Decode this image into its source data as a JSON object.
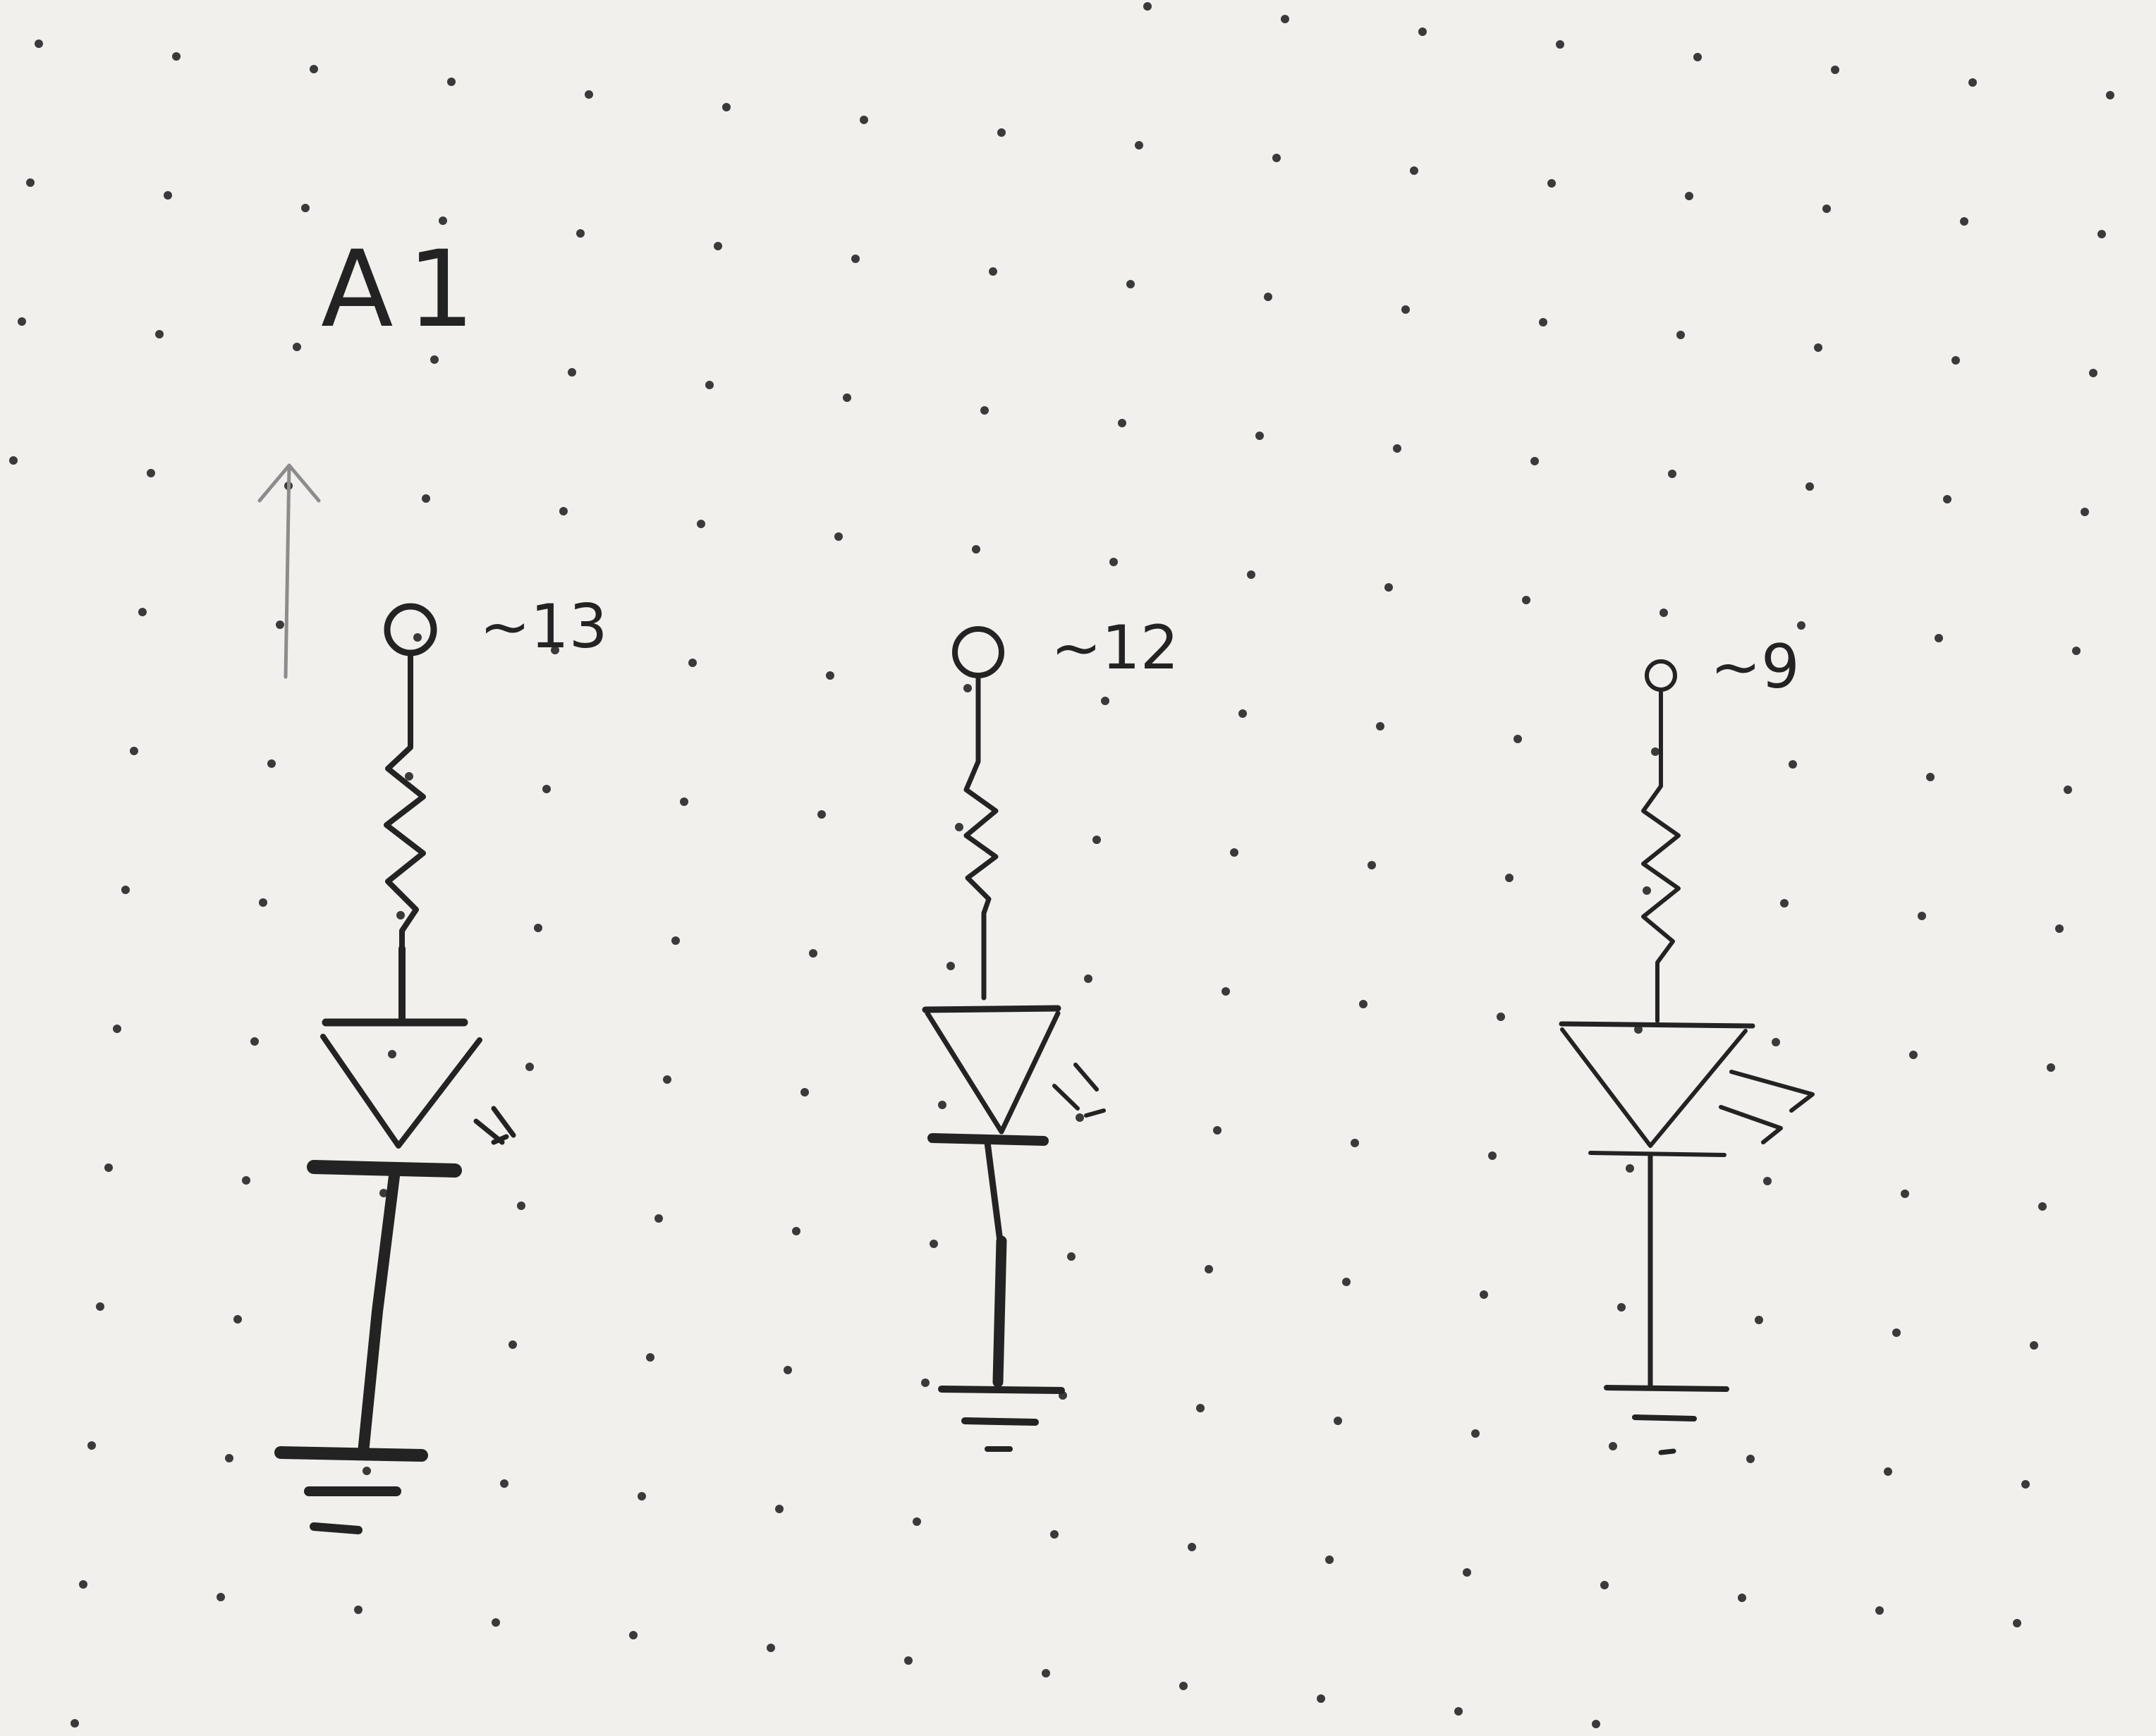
{
  "sheet": {
    "title": "A1",
    "paper_color": "#f1f0ec",
    "ink_color": "#232323"
  },
  "circuits": [
    {
      "pin_label": "~13",
      "components": [
        "pin",
        "resistor",
        "led",
        "ground"
      ]
    },
    {
      "pin_label": "~12",
      "components": [
        "pin",
        "resistor",
        "led",
        "ground"
      ]
    },
    {
      "pin_label": "~9",
      "components": [
        "pin",
        "resistor",
        "led",
        "ground"
      ]
    }
  ],
  "annotations": {
    "arrow": "up-arrow-icon"
  }
}
